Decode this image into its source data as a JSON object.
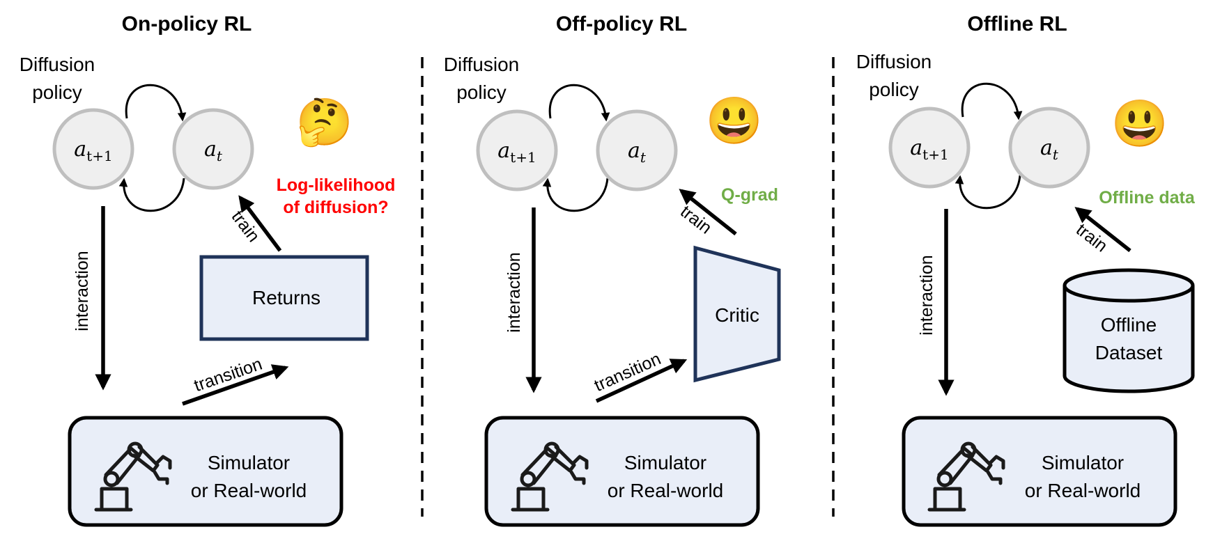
{
  "panels": [
    {
      "title": "On-policy RL",
      "policy_label_line1": "Diffusion",
      "policy_label_line2": "policy",
      "node_left_main": "a",
      "node_left_sub": "t+1",
      "node_right_main": "a",
      "node_right_sub": "t",
      "emoji": "🤔",
      "emoji_meaning": "thinking-face",
      "note_line1": "Log-likelihood",
      "note_line2": "of diffusion?",
      "note_color": "#ff0000",
      "train_label": "train",
      "interaction_label": "interaction",
      "transition_label": "transition",
      "source_box_line1": "Returns",
      "source_box_line2": "",
      "env_line1": "Simulator",
      "env_line2": "or Real-world"
    },
    {
      "title": "Off-policy RL",
      "policy_label_line1": "Diffusion",
      "policy_label_line2": "policy",
      "node_left_main": "a",
      "node_left_sub": "t+1",
      "node_right_main": "a",
      "node_right_sub": "t",
      "emoji": "😃",
      "emoji_meaning": "smiling-face",
      "note_line1": "Q-grad",
      "note_line2": "",
      "note_color": "#70ad47",
      "train_label": "train",
      "interaction_label": "interaction",
      "transition_label": "transition",
      "source_box_line1": "Critic",
      "source_box_line2": "",
      "env_line1": "Simulator",
      "env_line2": "or Real-world"
    },
    {
      "title": "Offline RL",
      "policy_label_line1": "Diffusion",
      "policy_label_line2": "policy",
      "node_left_main": "a",
      "node_left_sub": "t+1",
      "node_right_main": "a",
      "node_right_sub": "t",
      "emoji": "😃",
      "emoji_meaning": "smiling-face",
      "note_line1": "Offline data",
      "note_line2": "",
      "note_color": "#70ad47",
      "train_label": "train",
      "interaction_label": "interaction",
      "transition_label": "",
      "source_box_line1": "Offline",
      "source_box_line2": "Dataset",
      "env_line1": "Simulator",
      "env_line2": "or Real-world"
    }
  ],
  "colors": {
    "node_fill": "#efefef",
    "node_stroke": "#bfbfbf",
    "box_fill": "#e9eef8",
    "box_stroke": "#1f3359",
    "env_stroke": "#000000",
    "divider": "#000000"
  },
  "icons": {
    "environment": "robot-arm-icon"
  }
}
